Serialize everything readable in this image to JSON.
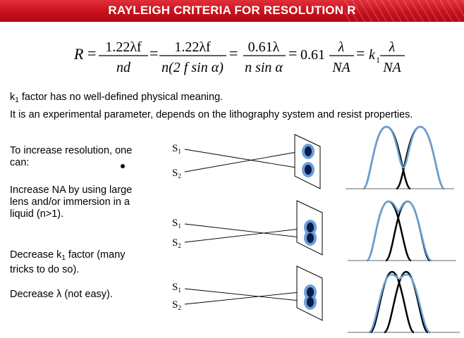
{
  "header": {
    "title": "RAYLEIGH CRITERIA FOR RESOLUTION R"
  },
  "formula": {
    "R": "R",
    "f1_num": "1.22λf",
    "f1_den": "nd",
    "f2_num": "1.22λf",
    "f2_den": "n(2 f sin α)",
    "f3_num": "0.61λ",
    "f3_den": "n sin α",
    "coef_061": "0.61",
    "lambda": "λ",
    "NA": "NA",
    "k": "k",
    "k_sub": "1"
  },
  "text": {
    "k1_line_k": "k",
    "k1_line_sub": "1",
    "k1_line_rest": " factor has no well-defined physical meaning.",
    "experimental": "It is an experimental parameter, depends on the lithography system and resist properties.",
    "increase_resolution": "To increase resolution, one can:",
    "increase_na": "Increase NA by using large lens and/or immersion in a liquid (n>1).",
    "decrease_k1_a": "Decrease k",
    "decrease_k1_sub": "1",
    "decrease_k1_b": " factor (many tricks to do so).",
    "decrease_lambda": "Decrease λ (not easy)."
  },
  "diagram": {
    "s_label": "S",
    "sub1": "1",
    "sub2": "2"
  },
  "colors": {
    "header_red": "#c8101c",
    "blue": "#6a9fd8",
    "navy": "#0a1a4a"
  }
}
